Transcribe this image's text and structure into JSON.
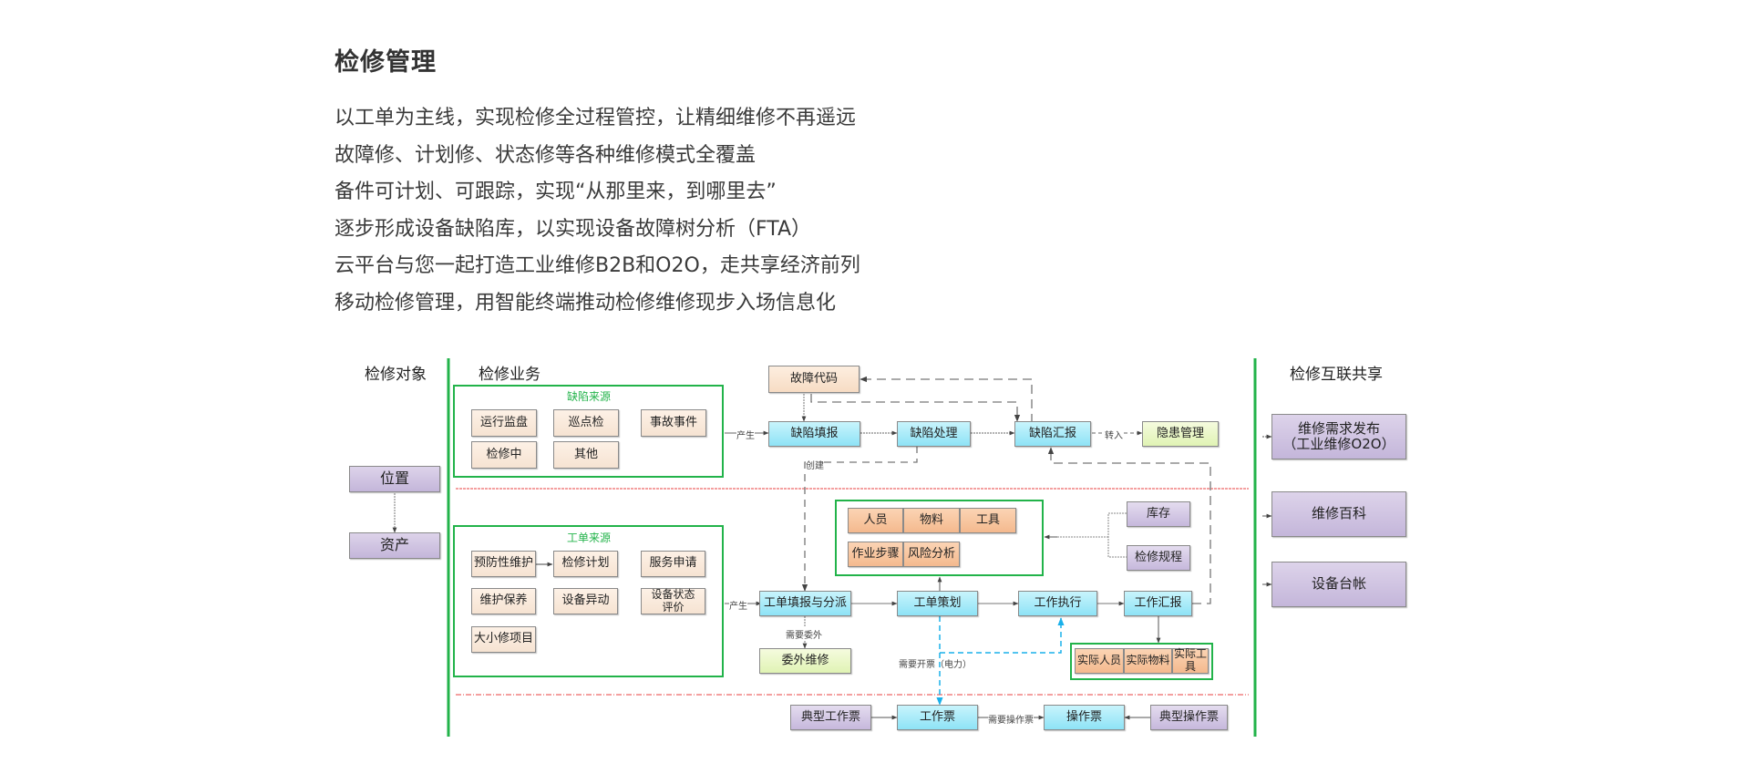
{
  "page": {
    "title": "检修管理",
    "lines": [
      "以工单为主线，实现检修全过程管控，让精细维修不再遥远",
      "故障修、计划修、状态修等各种维修模式全覆盖",
      "备件可计划、可跟踪，实现“从那里来，到哪里去”",
      "逐步形成设备缺陷库，以实现设备故障树分析（FTA）",
      "云平台与您一起打造工业维修B2B和O2O，走共享经济前列",
      "移动检修管理，用智能终端推动检修维修现步入场信息化"
    ]
  },
  "diagram": {
    "columns": {
      "objects": "检修对象",
      "business": "检修业务",
      "sharing": "检修互联共享"
    },
    "objects": {
      "location": "位置",
      "asset": "资产"
    },
    "defect_source": {
      "label": "缺陷来源",
      "items": [
        "运行监盘",
        "巡点检",
        "事故事件",
        "检修中",
        "其他"
      ]
    },
    "workorder_source": {
      "label": "工单来源",
      "items": [
        "预防性维护",
        "检修计划",
        "服务申请",
        "维护保养",
        "设备异动",
        "设备状态评价",
        "大小修项目"
      ]
    },
    "defect_flow": {
      "fault_code": "故障代码",
      "fill": "缺陷填报",
      "process": "缺陷处理",
      "report": "缺陷汇报",
      "hazard": "隐患管理"
    },
    "planning_items": [
      "人员",
      "物料",
      "工具",
      "作业步骤",
      "风险分析"
    ],
    "resources": [
      "库存",
      "检修规程"
    ],
    "workorder_flow": {
      "fill": "工单填报与分派",
      "plan": "工单策划",
      "execute": "工作执行",
      "report": "工作汇报",
      "outsource": "委外维修"
    },
    "actuals": [
      "实际人员",
      "实际物料",
      "实际工具"
    ],
    "tickets": {
      "typical_work": "典型工作票",
      "work": "工作票",
      "operation": "操作票",
      "typical_operation": "典型操作票"
    },
    "edge_labels": {
      "produce1": "产生",
      "produce2": "产生",
      "transfer": "转入",
      "create": "创建",
      "need_outsource": "需要委外",
      "need_ticket": "需要开票（电力）",
      "need_op_ticket": "需要操作票"
    },
    "sharing": {
      "demand": "维修需求发布（工业维修O2O）",
      "demand_line1": "维修需求发布",
      "demand_line2": "（工业维修O2O）",
      "wiki": "维修百科",
      "ledger": "设备台帐"
    },
    "colors": {
      "frame_green": "#22b34a",
      "separator_red": "#f08080",
      "flow_cyan": "#8ee3f6",
      "ticket_blue_dash": "#1ab0ea",
      "source_beige": "#f6e3d2",
      "plan_orange": "#f4b98e",
      "object_purple": "#c6b8dc",
      "outcome_lime": "#e0f3b4"
    }
  }
}
